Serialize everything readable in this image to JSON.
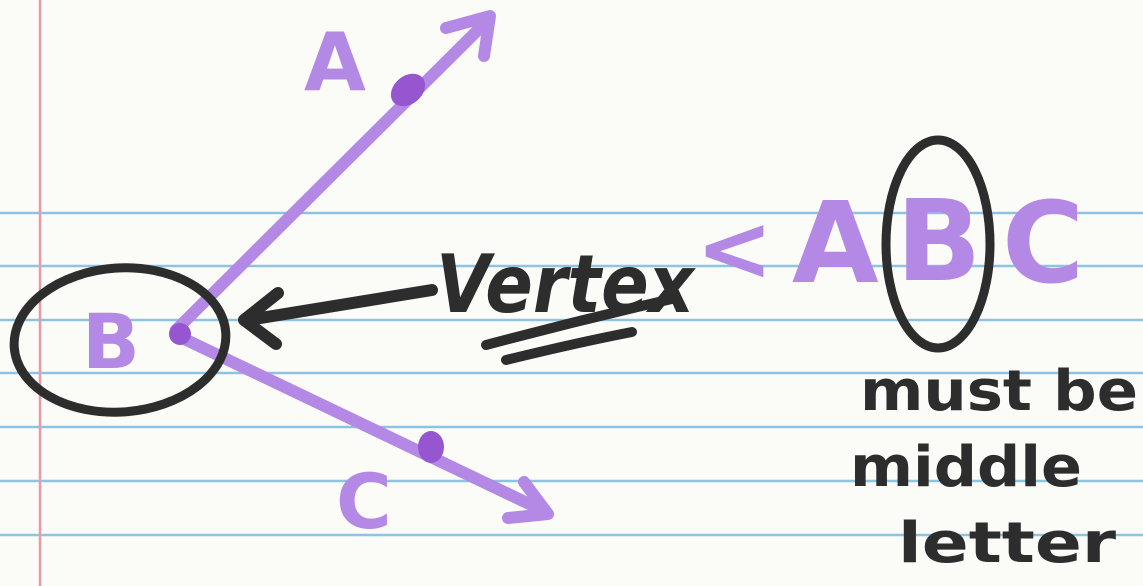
{
  "colors": {
    "paper": "#fbfbf8",
    "rule_line": "#8fc3e2",
    "margin_line": "#e79aa8",
    "purple_marker": "#b489e6",
    "purple_dot": "#9656d0",
    "black_marker": "#2d2d2d"
  },
  "diagram": {
    "label_a": "A",
    "label_b": "B",
    "label_c": "C",
    "vertex_word": "Vertex",
    "angle_symbol": "<",
    "name_first": "A",
    "name_middle": "B",
    "name_last": "C",
    "note_line1": "must be",
    "note_line2": "middle",
    "note_line3": "letter"
  }
}
